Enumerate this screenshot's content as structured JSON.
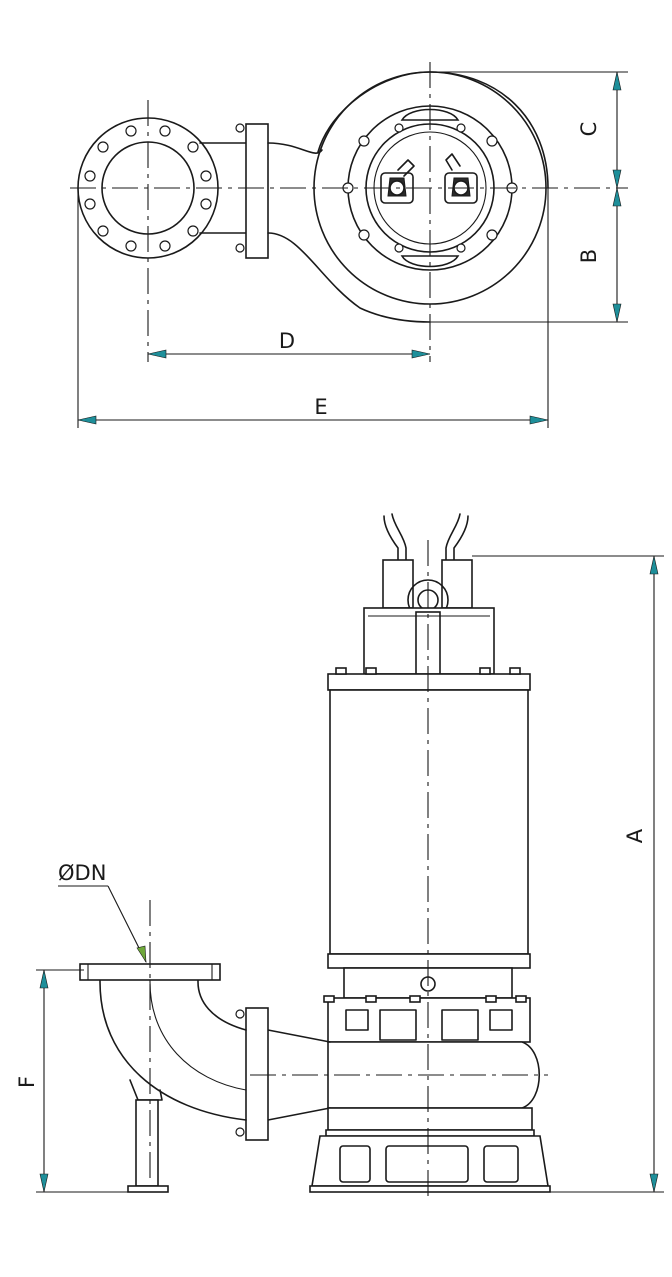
{
  "labels": {
    "A": "A",
    "B": "B",
    "C": "C",
    "D": "D",
    "E": "E",
    "F": "F",
    "DN": "ØDN"
  },
  "colors": {
    "line": "#1a1a1a",
    "arrow_dimension": "#1e8f9a",
    "arrow_leader": "#6fa83a",
    "background": "#ffffff"
  }
}
